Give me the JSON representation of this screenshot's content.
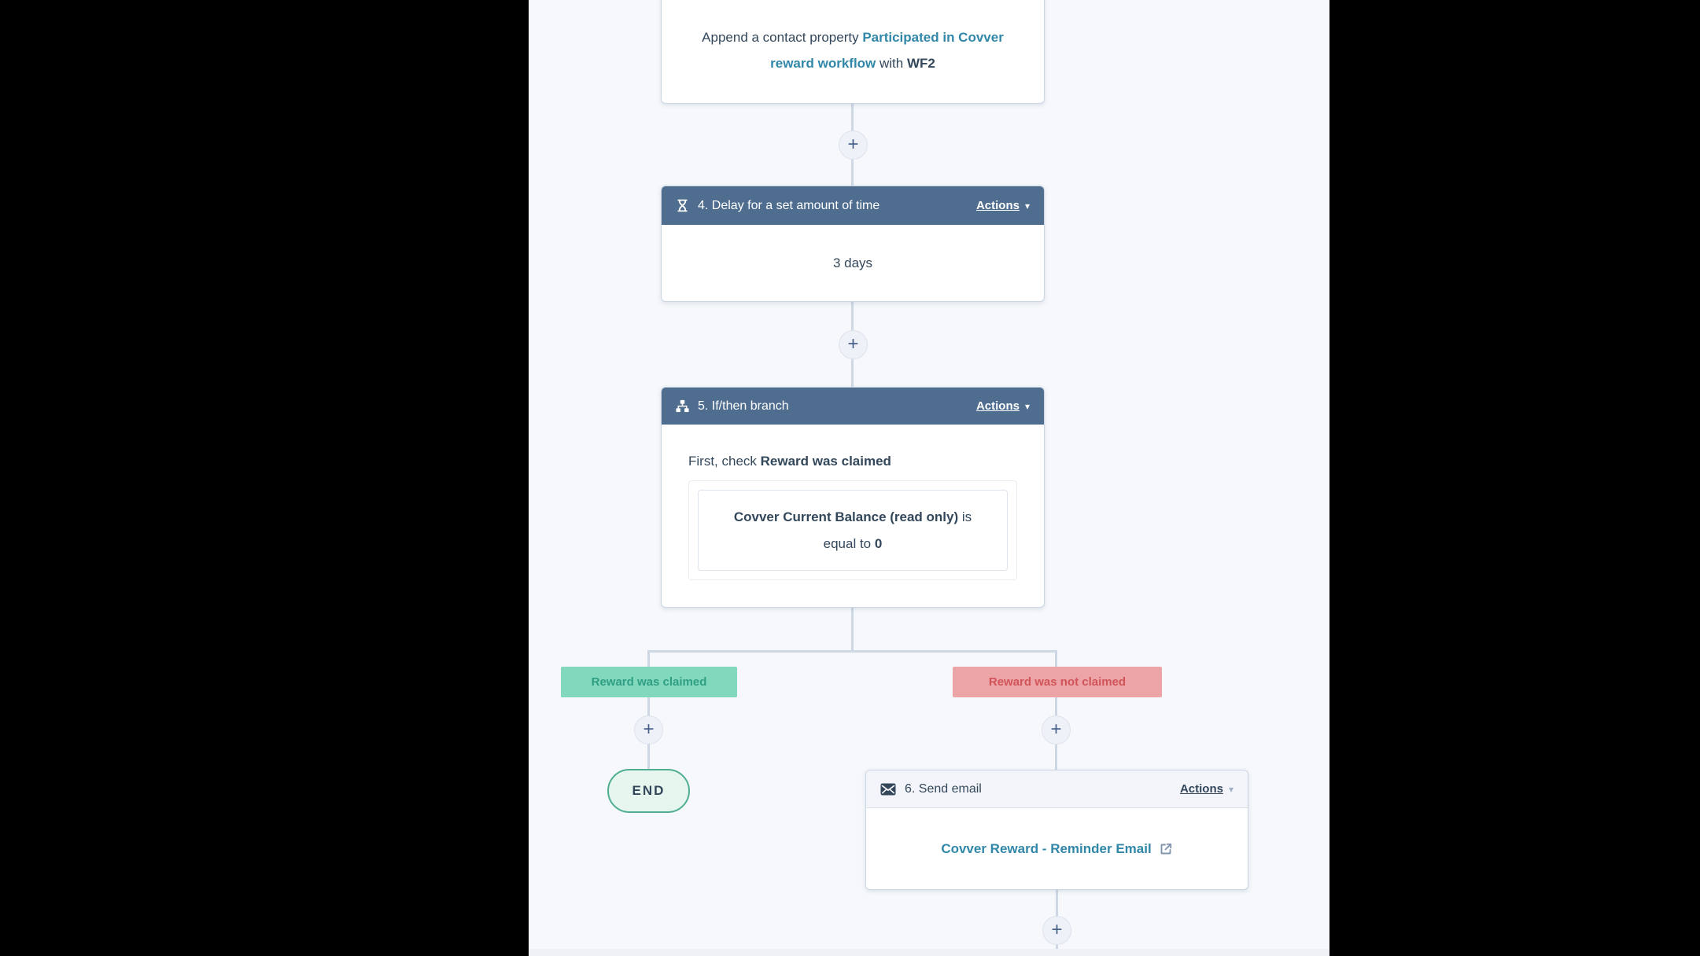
{
  "app": "workflow-editor",
  "colors": {
    "canvas_bg": "#f6f8fb",
    "letterbox": "#000000",
    "card_header_dark": "#4f6d8f",
    "card_header_light": "#f3f5fa",
    "card_border": "#cbd6e2",
    "connector_line": "#cdd8e4",
    "text": "#33475b",
    "link": "#3187a8",
    "branch_yes_bg": "#81d8bd",
    "branch_yes_text": "#2f9e82",
    "branch_no_bg": "#eda4a6",
    "branch_no_text": "#d0545a",
    "end_border": "#4fae91",
    "end_bg": "#e7f5ef"
  },
  "ui": {
    "plus": "+",
    "caret": "▾"
  },
  "nodes": {
    "append_property": {
      "prefix": "Append a contact property ",
      "link_text": "Participated in Covver reward workflow",
      "middle": " with ",
      "value": "WF2"
    },
    "delay": {
      "title": "4. Delay for a set amount of time",
      "actions": "Actions",
      "body": "3 days",
      "icon": "hourglass-icon"
    },
    "if_then": {
      "title": "5. If/then branch",
      "actions": "Actions",
      "check_prefix": "First, check ",
      "check_name": "Reward was claimed",
      "condition": {
        "property": "Covver Current Balance (read only)",
        "operator_is": " is",
        "operator_rest": "equal to ",
        "value": "0"
      },
      "icon": "branch-icon"
    },
    "branch_yes": {
      "label": "Reward was claimed"
    },
    "branch_no": {
      "label": "Reward was not claimed"
    },
    "end": {
      "label": "END"
    },
    "send_email": {
      "title": "6. Send email",
      "actions": "Actions",
      "link_text": "Covver Reward - Reminder Email",
      "icon": "envelope-icon"
    }
  }
}
